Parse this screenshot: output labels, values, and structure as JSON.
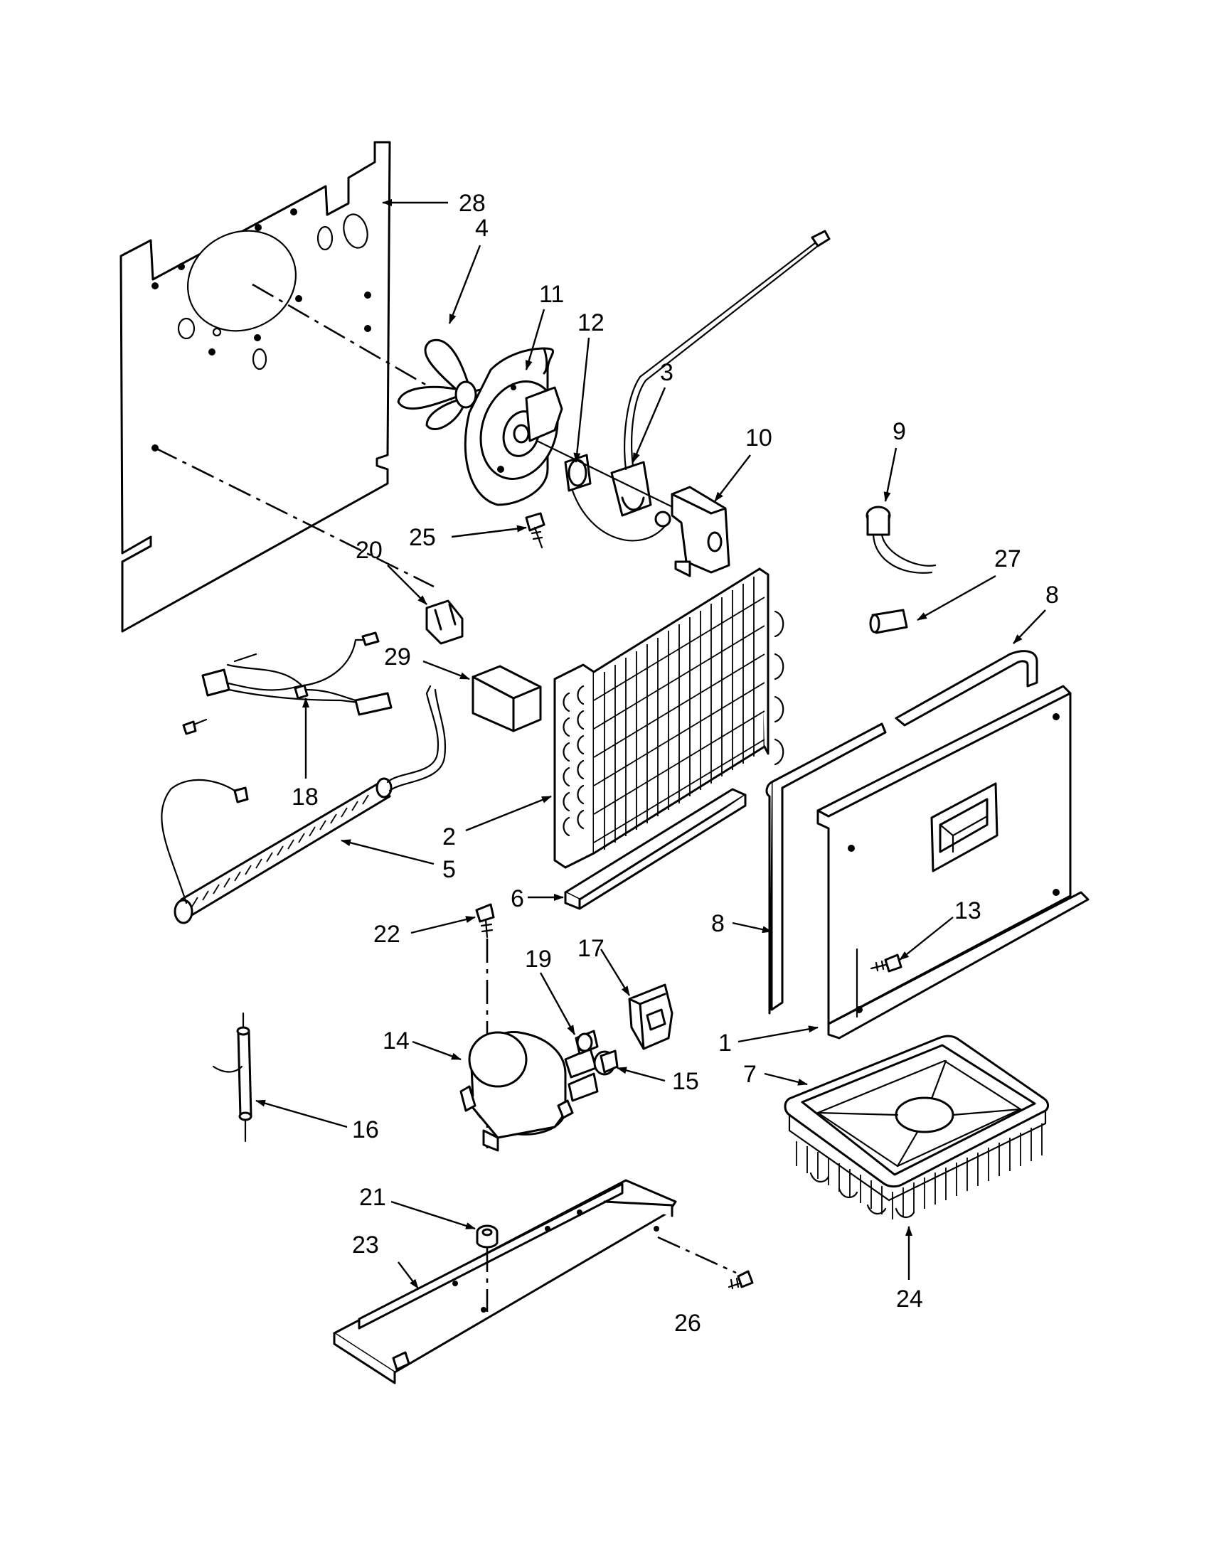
{
  "callouts": [
    {
      "id": "c28",
      "label": "28"
    },
    {
      "id": "c4",
      "label": "4"
    },
    {
      "id": "c11",
      "label": "11"
    },
    {
      "id": "c12",
      "label": "12"
    },
    {
      "id": "c3",
      "label": "3"
    },
    {
      "id": "c10",
      "label": "10"
    },
    {
      "id": "c9",
      "label": "9"
    },
    {
      "id": "c27",
      "label": "27"
    },
    {
      "id": "c8a",
      "label": "8"
    },
    {
      "id": "c25",
      "label": "25"
    },
    {
      "id": "c20",
      "label": "20"
    },
    {
      "id": "c29",
      "label": "29"
    },
    {
      "id": "c18",
      "label": "18"
    },
    {
      "id": "c2",
      "label": "2"
    },
    {
      "id": "c5",
      "label": "5"
    },
    {
      "id": "c6",
      "label": "6"
    },
    {
      "id": "c22",
      "label": "22"
    },
    {
      "id": "c8b",
      "label": "8"
    },
    {
      "id": "c13",
      "label": "13"
    },
    {
      "id": "c19",
      "label": "19"
    },
    {
      "id": "c17",
      "label": "17"
    },
    {
      "id": "c14",
      "label": "14"
    },
    {
      "id": "c1",
      "label": "1"
    },
    {
      "id": "c15",
      "label": "15"
    },
    {
      "id": "c7",
      "label": "7"
    },
    {
      "id": "c16",
      "label": "16"
    },
    {
      "id": "c21",
      "label": "21"
    },
    {
      "id": "c23",
      "label": "23"
    },
    {
      "id": "c24",
      "label": "24"
    },
    {
      "id": "c26",
      "label": "26"
    }
  ]
}
